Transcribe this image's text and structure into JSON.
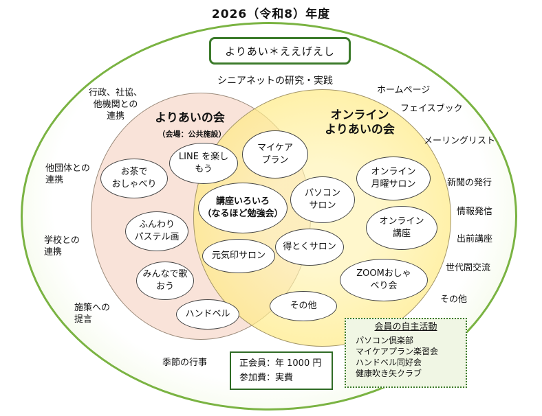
{
  "title": "2026（令和8）年度",
  "program_name": "よりあい＊ええげえし",
  "top_heading": "シニアネットの研究・実践",
  "left_circle": {
    "title": "よりあいの会",
    "venue": "（会場：公共施設）",
    "items": [
      "お茶で\nおしゃべり",
      "ふんわり\nパステル画",
      "みんなで歌\nおう",
      "ハンドベル"
    ]
  },
  "shared_items": [
    "LINE を楽し\nもう",
    "マイケア\nプラン",
    "講座いろいろ\n（なるほど勉強会）",
    "パソコン\nサロン",
    "元気印サロン",
    "得とくサロン",
    "その他"
  ],
  "right_circle": {
    "title": "オンライン\nよりあいの会",
    "items": [
      "オンライン\n月曜サロン",
      "オンライン\n講座",
      "ZOOMおしゃ\nべり会"
    ]
  },
  "left_outer": [
    "行政、社協、\n他機関との\n連携",
    "他団体との\n連携",
    "学校との\n連携",
    "施策への\n提言",
    "季節の行事"
  ],
  "right_outer": [
    "ホームページ",
    "フェイスブック",
    "メーリングリスト",
    "新聞の発行",
    "情報発信",
    "出前講座",
    "世代間交流",
    "その他"
  ],
  "fees": {
    "regular_member": "正会員：年 1000 円",
    "participation": "参加費：実費"
  },
  "clubs": {
    "title": "会員の自主活動",
    "items": [
      "パソコン倶楽部",
      "マイケアプラン楽習会",
      "ハンドベル同好会",
      "健康吹き矢クラブ"
    ]
  },
  "colors": {
    "outer_border": "#7ab342",
    "left_circle_fill": "#f9e3d9",
    "right_circle_fill": "#ffe878",
    "box_border": "#2f6b25"
  }
}
